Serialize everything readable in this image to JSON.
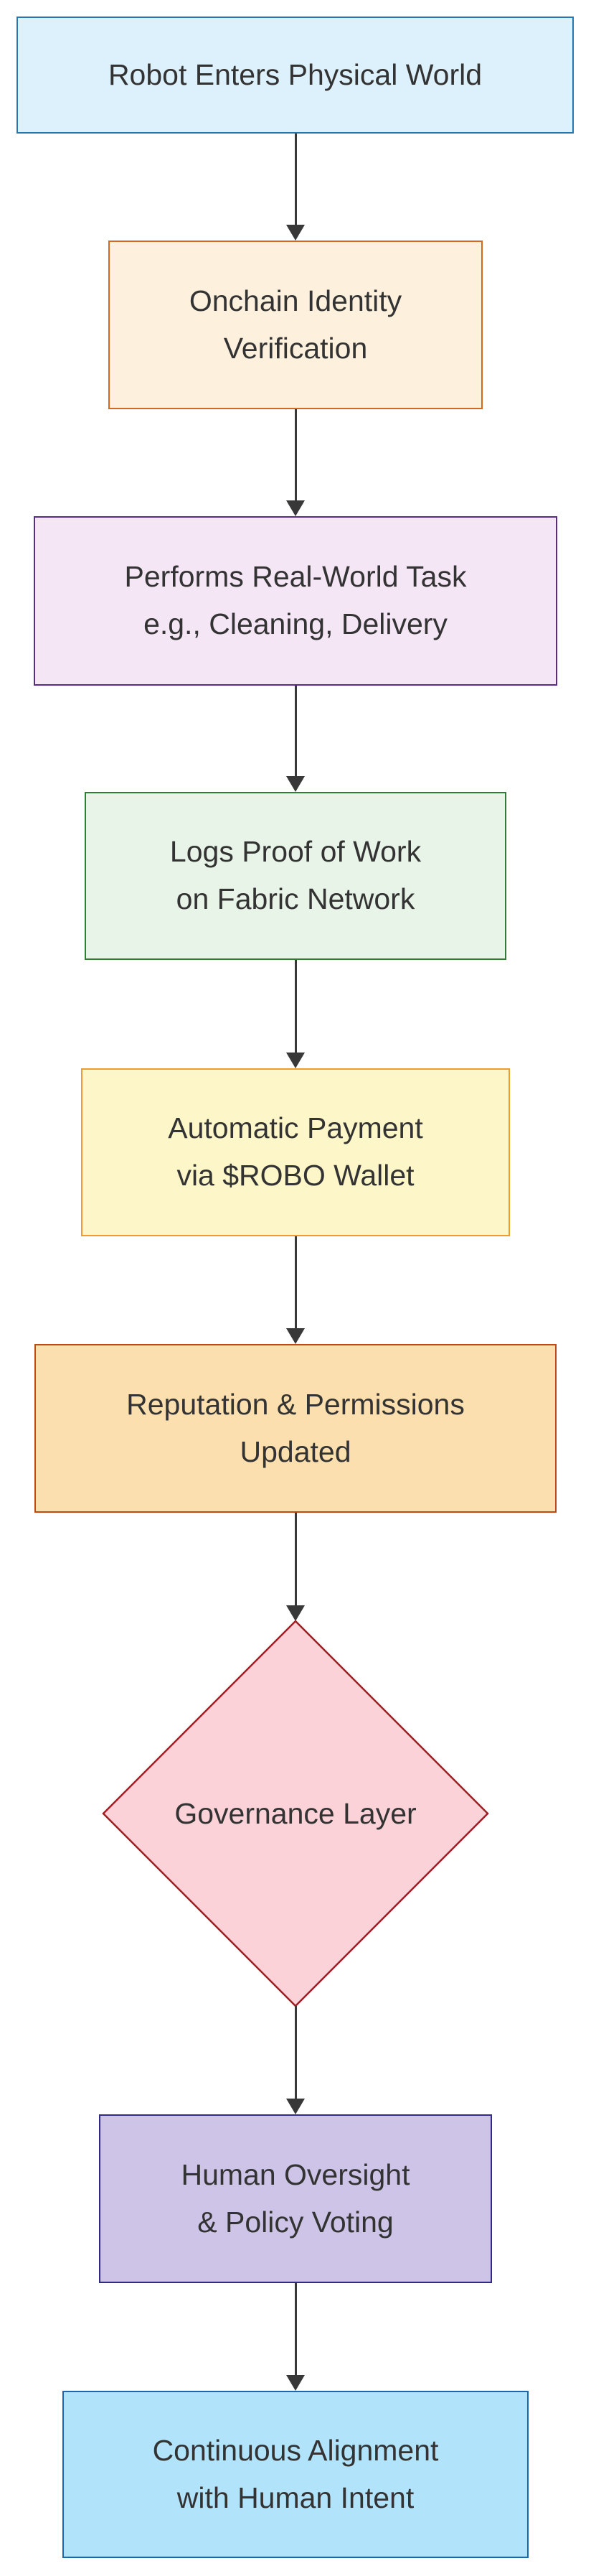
{
  "diagram": {
    "type": "flowchart",
    "direction": "top-down",
    "background_color": "#ffffff",
    "text_color": "#333333",
    "arrow_color": "#383838",
    "nodes": [
      {
        "id": "robot-enters",
        "shape": "rect",
        "lines": [
          "Robot Enters Physical World"
        ],
        "fill": "#DCF1FB",
        "border": "#2577AE"
      },
      {
        "id": "onchain-identity",
        "shape": "rect",
        "lines": [
          "Onchain Identity",
          "Verification"
        ],
        "fill": "#FDF1DE",
        "border": "#D2691E"
      },
      {
        "id": "performs-task",
        "shape": "rect",
        "lines": [
          "Performs Real-World Task",
          "e.g., Cleaning, Delivery"
        ],
        "fill": "#F5E6F6",
        "border": "#5A2A88"
      },
      {
        "id": "logs-proof",
        "shape": "rect",
        "lines": [
          "Logs Proof of Work",
          "on Fabric Network"
        ],
        "fill": "#E8F4E8",
        "border": "#2F7D33"
      },
      {
        "id": "automatic-payment",
        "shape": "rect",
        "lines": [
          "Automatic Payment",
          "via $ROBO Wallet"
        ],
        "fill": "#FCF6C8",
        "border": "#EE9C2F"
      },
      {
        "id": "reputation-updated",
        "shape": "rect",
        "lines": [
          "Reputation & Permissions",
          "Updated"
        ],
        "fill": "#FBDFAE",
        "border": "#BE4A1A"
      },
      {
        "id": "governance-layer",
        "shape": "diamond",
        "lines": [
          "Governance Layer"
        ],
        "fill": "#FAD2D8",
        "border": "#A01D23"
      },
      {
        "id": "human-oversight",
        "shape": "rect",
        "lines": [
          "Human Oversight",
          "& Policy Voting"
        ],
        "fill": "#CEC4E8",
        "border": "#322A87"
      },
      {
        "id": "continuous-alignment",
        "shape": "rect",
        "lines": [
          "Continuous Alignment",
          "with Human Intent"
        ],
        "fill": "#B1E3FA",
        "border": "#1A67AE"
      }
    ],
    "edges": [
      {
        "from": "robot-enters",
        "to": "onchain-identity"
      },
      {
        "from": "onchain-identity",
        "to": "performs-task"
      },
      {
        "from": "performs-task",
        "to": "logs-proof"
      },
      {
        "from": "logs-proof",
        "to": "automatic-payment"
      },
      {
        "from": "automatic-payment",
        "to": "reputation-updated"
      },
      {
        "from": "reputation-updated",
        "to": "governance-layer"
      },
      {
        "from": "governance-layer",
        "to": "human-oversight"
      },
      {
        "from": "human-oversight",
        "to": "continuous-alignment"
      }
    ]
  }
}
